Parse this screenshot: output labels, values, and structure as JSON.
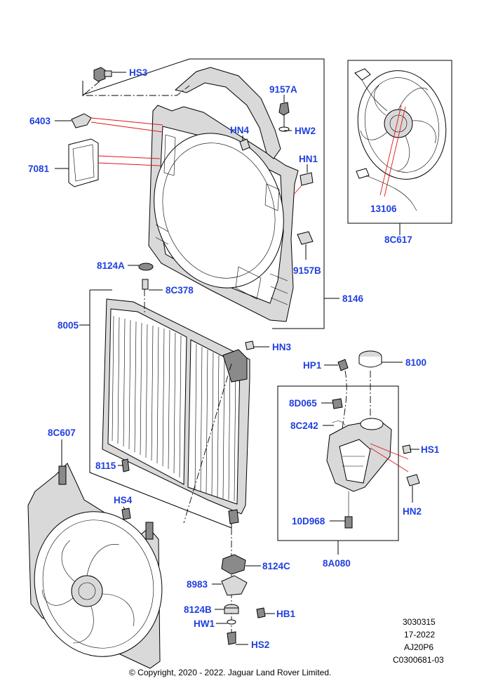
{
  "labels": {
    "HS3": "HS3",
    "p6403": "6403",
    "p7081": "7081",
    "p9157A": "9157A",
    "HN4": "HN4",
    "HW2": "HW2",
    "HN1": "HN1",
    "p9157B": "9157B",
    "p8124A": "8124A",
    "p8C378": "8C378",
    "p8146": "8146",
    "p8005": "8005",
    "HN3": "HN3",
    "p13106": "13106",
    "p8C617": "8C617",
    "HP1": "HP1",
    "p8100": "8100",
    "p8D065": "8D065",
    "p8C242": "8C242",
    "HS1": "HS1",
    "HN2": "HN2",
    "p10D968": "10D968",
    "p8A080": "8A080",
    "p8C607": "8C607",
    "p8115": "8115",
    "HS4": "HS4",
    "p8124C": "8124C",
    "p8983": "8983",
    "p8124B": "8124B",
    "HB1": "HB1",
    "HW1": "HW1",
    "HS2": "HS2"
  },
  "meta": {
    "line1": "3030315",
    "line2": "17-2022",
    "line3": "AJ20P6",
    "line4": "C0300681-03"
  },
  "copyright": "© Copyright, 2020 - 2022. Jaguar Land Rover Limited."
}
